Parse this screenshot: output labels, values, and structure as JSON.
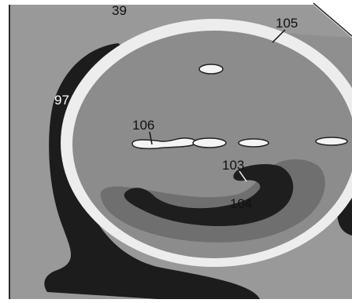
{
  "figure": {
    "labels": {
      "l39": "39",
      "l105": "105",
      "l97": "97",
      "l106": "106",
      "l103": "103",
      "l104": "104"
    }
  },
  "colors": {
    "background_gray": "#999999",
    "outer_ring_dark": "#1c1c1c",
    "inner_ring_light": "#ededed",
    "interior_gray": "#8c8c8c",
    "mid_gray_region": "#6f6f6f",
    "dark_mass": "#1e1e1e",
    "white_bubbles": "#f4f4f4",
    "frame": "#2b2b2b",
    "label_text": "#111111"
  }
}
